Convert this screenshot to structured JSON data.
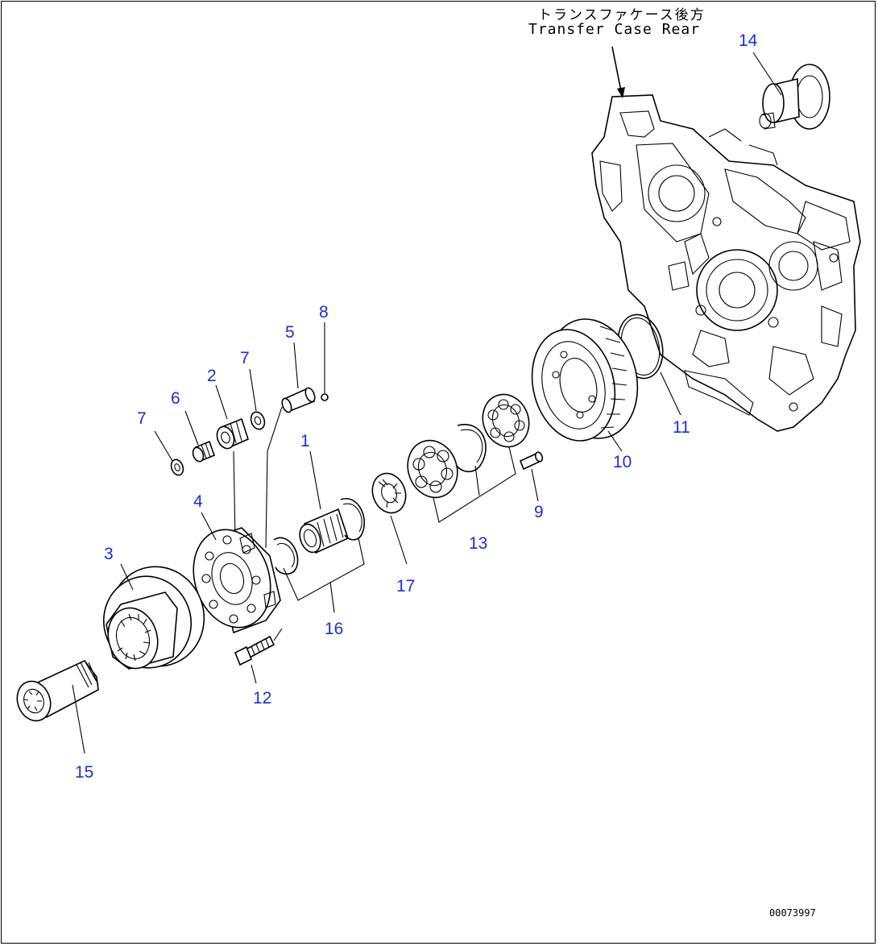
{
  "note": {
    "japanese": "トランスファケース後方",
    "english": "Transfer Case Rear"
  },
  "drawing_code": "00073997",
  "callouts": [
    {
      "id": "c1",
      "label": "1"
    },
    {
      "id": "c2",
      "label": "2"
    },
    {
      "id": "c3",
      "label": "3"
    },
    {
      "id": "c4",
      "label": "4"
    },
    {
      "id": "c5",
      "label": "5"
    },
    {
      "id": "c6",
      "label": "6"
    },
    {
      "id": "c7a",
      "label": "7"
    },
    {
      "id": "c7b",
      "label": "7"
    },
    {
      "id": "c8",
      "label": "8"
    },
    {
      "id": "c9",
      "label": "9"
    },
    {
      "id": "c10",
      "label": "10"
    },
    {
      "id": "c11",
      "label": "11"
    },
    {
      "id": "c12",
      "label": "12"
    },
    {
      "id": "c13",
      "label": "13"
    },
    {
      "id": "c14",
      "label": "14"
    },
    {
      "id": "c15",
      "label": "15"
    },
    {
      "id": "c16",
      "label": "16"
    },
    {
      "id": "c17",
      "label": "17"
    }
  ],
  "colors": {
    "callout": "#1c2fd0",
    "line": "#000000",
    "background": "#ffffff"
  }
}
